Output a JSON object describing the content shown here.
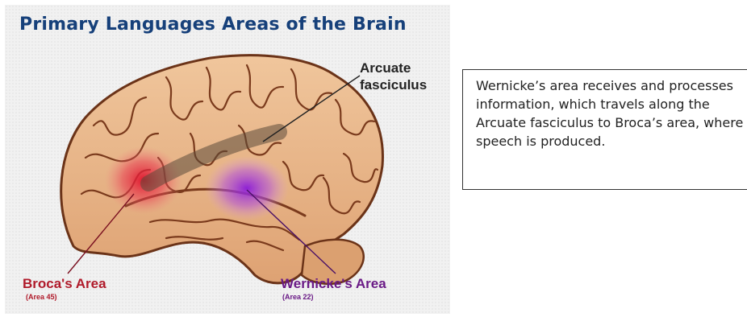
{
  "figure": {
    "title": "Primary Languages Areas of the Brain",
    "labels": {
      "arcuate_line1": "Arcuate",
      "arcuate_line2": "fasciculus",
      "broca_name": "Broca's Area",
      "broca_area_number": "(Area 45)",
      "wernicke_name": "Wernicke's Area",
      "wernicke_area_number": "(Area 22)"
    },
    "colors": {
      "title": "#16407a",
      "broca": "#b01a2a",
      "wernicke": "#6a1a86",
      "brain_tissue": "#e9b98c",
      "sulci": "#7a3a1c"
    }
  },
  "description": {
    "text": "Wernicke’s area receives and processes information, which travels along the Arcuate fasciculus to Broca’s area, where speech is produced."
  }
}
